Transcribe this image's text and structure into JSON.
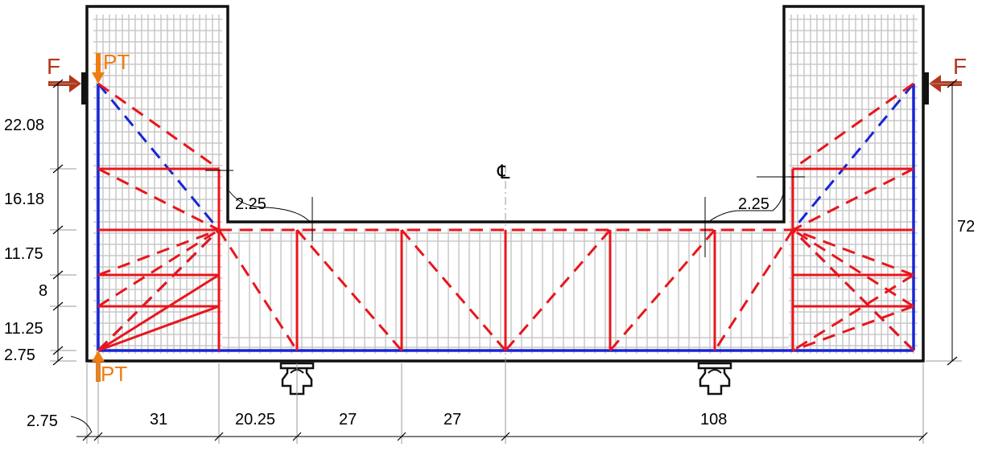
{
  "colors": {
    "strut": "#e8161c",
    "tie": "#1726d6",
    "outline": "#111111",
    "rebar": "#c8c8c8",
    "post_tension": "#f07d10",
    "applied_force": "#b5371a"
  },
  "labels": {
    "force_left": "F",
    "force_right": "F",
    "pt_top": "PT",
    "pt_bottom": "PT",
    "centerline": "℄"
  },
  "dimensions": {
    "left_vertical": [
      "22.08",
      "16.18",
      "11.75",
      "8",
      "11.25",
      "2.75"
    ],
    "right_vertical": "72",
    "offset_left": "2.25",
    "offset_right": "2.25",
    "bottom": [
      "2.75",
      "31",
      "20.25",
      "27",
      "27",
      "108"
    ]
  },
  "icons": [
    "support-bearing-icon",
    "support-bearing-icon",
    "arrow-right-icon",
    "arrow-left-icon",
    "arrow-down-icon",
    "arrow-up-icon"
  ]
}
